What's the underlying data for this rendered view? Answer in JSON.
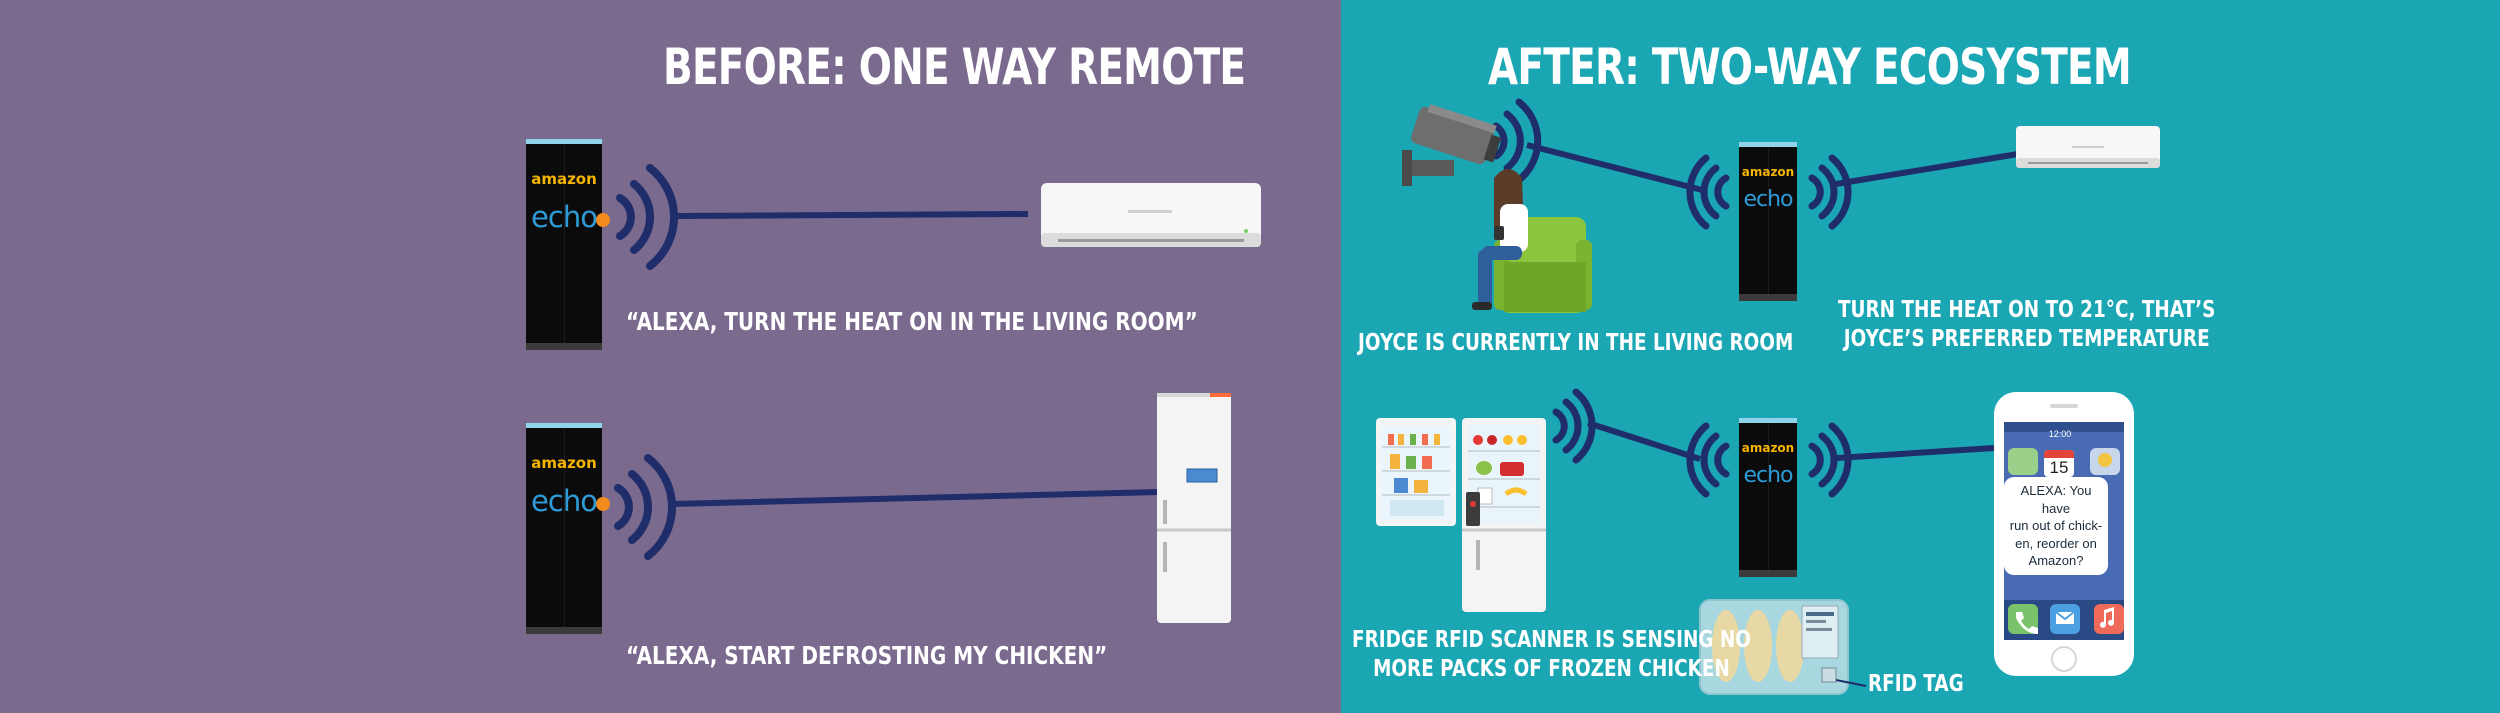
{
  "before": {
    "title": "BEFORE: ONE WAY REMOTE",
    "quote_heat": "“ALEXA, TURN THE HEAT ON IN THE LIVING ROOM”",
    "quote_defrost": "“ALEXA, START DEFROSTING MY CHICKEN”"
  },
  "after": {
    "title": "AFTER: TWO-WAY ECOSYSTEM",
    "caption_joyce": "JOYCE IS CURRENTLY IN THE LIVING ROOM",
    "caption_heat_line1": "TURN THE HEAT ON TO 21°C, THAT’S",
    "caption_heat_line2": "JOYCE’S PREFERRED TEMPERATURE",
    "caption_fridge_line1": "FRIDGE RFID SCANNER IS SENSING NO",
    "caption_fridge_line2": "MORE PACKS OF FROZEN CHICKEN",
    "rfid_label": "RFID TAG",
    "phone": {
      "time": "12:00",
      "calendar_day": "15",
      "message_line1": "ALEXA: You have",
      "message_line2": "run out of chick-",
      "message_line3": "en, reorder on",
      "message_line4": "Amazon?"
    }
  },
  "device": {
    "brand": "amazon",
    "product": "echo"
  },
  "colors": {
    "before_bg": "#7a6a8e",
    "after_bg": "#1ba6b4",
    "signal": "#1f2d6b",
    "echo_brand": "#f4b400",
    "echo_word": "#2e9ad6",
    "echo_led": "#f28a1e"
  }
}
